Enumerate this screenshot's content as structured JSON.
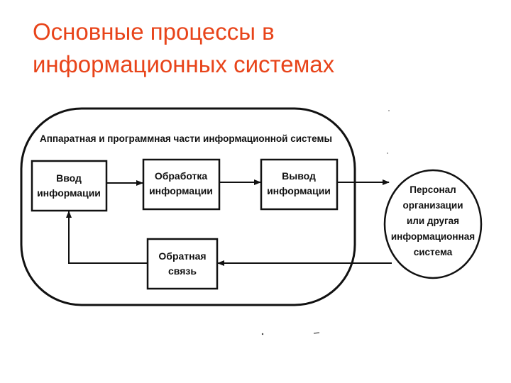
{
  "slide": {
    "title_line1": "Основные процессы в",
    "title_line2": "информационных системах",
    "title_color": "#e8441a"
  },
  "diagram": {
    "system_label": "Аппаратная и программная части информационной системы",
    "input": {
      "line1": "Ввод",
      "line2": "информации"
    },
    "processing": {
      "line1": "Обработка",
      "line2": "информации"
    },
    "output": {
      "line1": "Вывод",
      "line2": "информации"
    },
    "feedback": {
      "line1": "Обратная",
      "line2": "связь"
    },
    "personnel": {
      "line1": "Персонал",
      "line2": "организации",
      "line3": "или другая",
      "line4": "информационная",
      "line5": "система"
    },
    "line_color": "#111111"
  }
}
